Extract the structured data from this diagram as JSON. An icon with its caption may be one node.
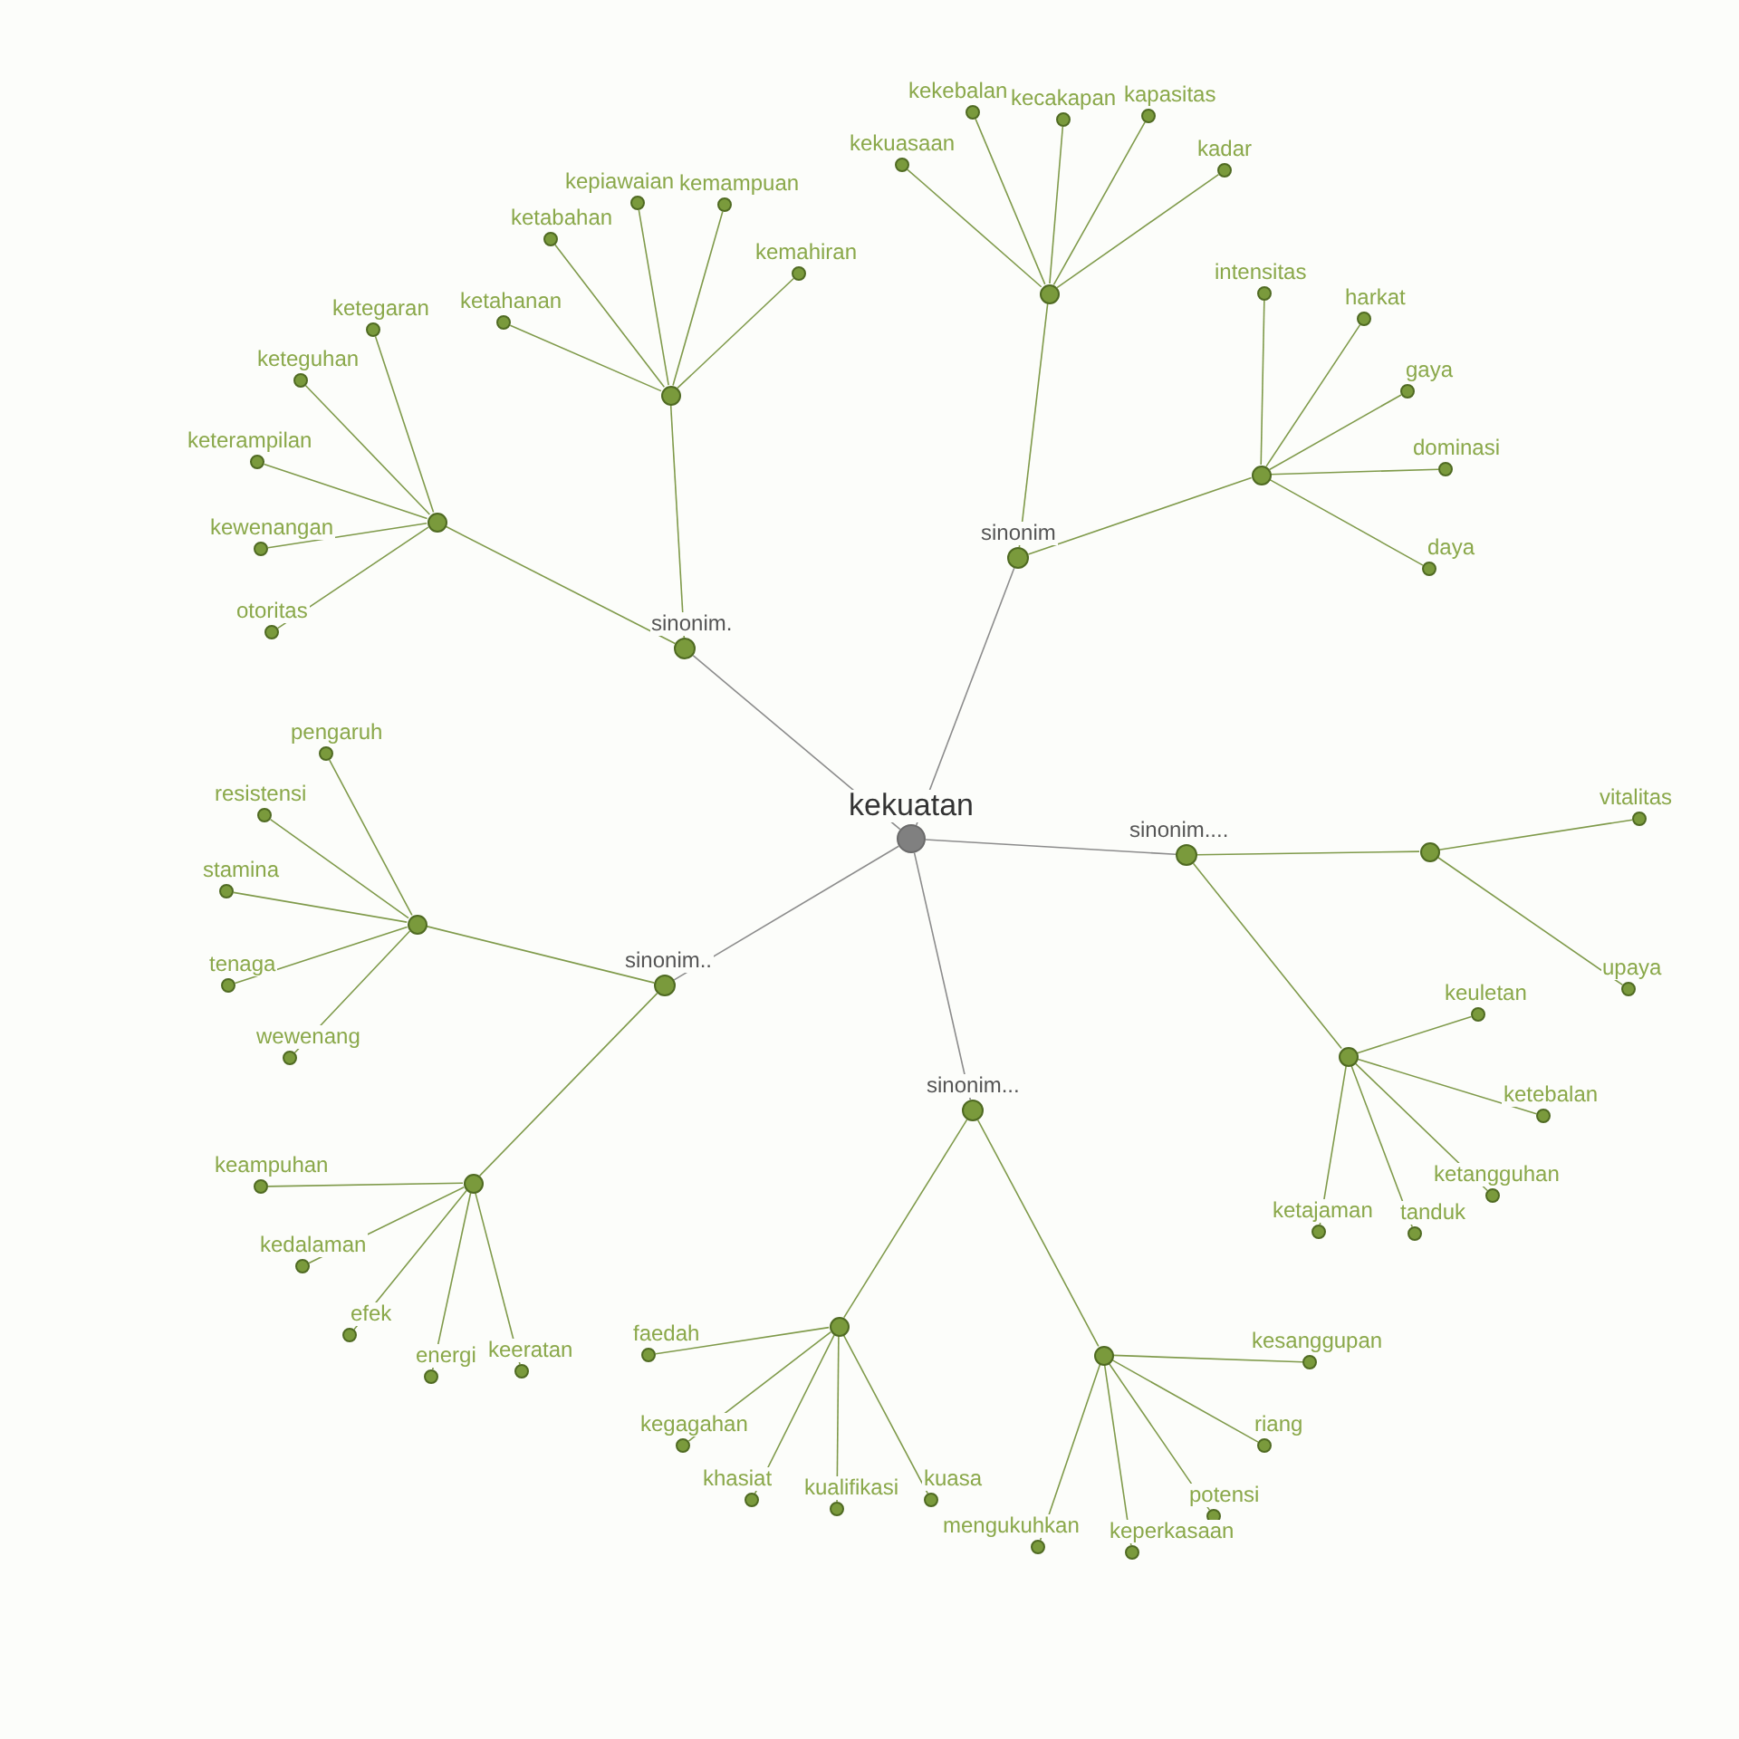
{
  "diagram": {
    "nodes": [
      {
        "text": [
          "kekuatan"
        ]
      },
      {
        "text": [
          "sinonim"
        ]
      },
      {
        "text": [
          "sinonim."
        ]
      },
      {
        "text": [
          "sinonim.."
        ]
      },
      {
        "text": [
          "sinonim..."
        ]
      },
      {
        "text": [
          "sinonim...."
        ]
      },
      {
        "text": [],
        "shape": "circle"
      },
      {
        "text": [],
        "shape": "circle"
      },
      {
        "text": [],
        "shape": "circle"
      },
      {
        "text": [],
        "shape": "circle"
      },
      {
        "text": [],
        "shape": "circle"
      },
      {
        "text": [],
        "shape": "circle"
      },
      {
        "text": [],
        "shape": "circle"
      },
      {
        "text": [],
        "shape": "circle"
      },
      {
        "text": [],
        "shape": "circle"
      },
      {
        "text": [],
        "shape": "circle"
      },
      {
        "text": [
          "kekuasaan"
        ]
      },
      {
        "text": [
          "kekebalan"
        ]
      },
      {
        "text": [
          "kecakapan"
        ]
      },
      {
        "text": [
          "kapasitas"
        ]
      },
      {
        "text": [
          "kadar"
        ]
      },
      {
        "text": [
          "intensitas"
        ]
      },
      {
        "text": [
          "harkat"
        ]
      },
      {
        "text": [
          "gaya"
        ]
      },
      {
        "text": [
          "dominasi"
        ]
      },
      {
        "text": [
          "daya"
        ]
      },
      {
        "text": [
          "ketahanan"
        ]
      },
      {
        "text": [
          "ketabahan"
        ]
      },
      {
        "text": [
          "kepiawaian"
        ]
      },
      {
        "text": [
          "kemampuan"
        ]
      },
      {
        "text": [
          "kemahiran"
        ]
      },
      {
        "text": [
          "ketegaran"
        ]
      },
      {
        "text": [
          "keteguhan"
        ]
      },
      {
        "text": [
          "keterampilan"
        ]
      },
      {
        "text": [
          "kewenangan"
        ]
      },
      {
        "text": [
          "otoritas"
        ]
      },
      {
        "text": [
          "pengaruh"
        ]
      },
      {
        "text": [
          "resistensi"
        ]
      },
      {
        "text": [
          "stamina"
        ]
      },
      {
        "text": [
          "tenaga"
        ]
      },
      {
        "text": [
          "wewenang"
        ]
      },
      {
        "text": [
          "keampuhan"
        ]
      },
      {
        "text": [
          "kedalaman"
        ]
      },
      {
        "text": [
          "efek"
        ]
      },
      {
        "text": [
          "energi"
        ]
      },
      {
        "text": [
          "keeratan"
        ]
      },
      {
        "text": [
          "faedah"
        ]
      },
      {
        "text": [
          "kegagahan"
        ]
      },
      {
        "text": [
          "khasiat"
        ]
      },
      {
        "text": [
          "kualifikasi"
        ]
      },
      {
        "text": [
          "kuasa"
        ]
      },
      {
        "text": [
          "kesanggupan"
        ]
      },
      {
        "text": [
          "riang"
        ]
      },
      {
        "text": [
          "potensi"
        ]
      },
      {
        "text": [
          "mengukuhkan"
        ]
      },
      {
        "text": [
          "keperkasaan"
        ]
      },
      {
        "text": [
          "vitalitas"
        ]
      },
      {
        "text": [
          "upaya"
        ]
      },
      {
        "text": [
          "keuletan"
        ]
      },
      {
        "text": [
          "ketebalan"
        ]
      },
      {
        "text": [
          "ketangguhan"
        ]
      },
      {
        "text": [
          "ketajaman"
        ]
      },
      {
        "text": [
          "tanduk"
        ]
      }
    ],
    "edges": [
      {
        "from": 0,
        "to": 1,
        "arrow": "none",
        "color": "#8c8c8c"
      },
      {
        "from": 1,
        "to": 6,
        "arrow": "none"
      },
      {
        "from": 6,
        "to": 16,
        "arrow": "none"
      },
      {
        "from": 6,
        "to": 17,
        "arrow": "none"
      },
      {
        "from": 6,
        "to": 18,
        "arrow": "none"
      },
      {
        "from": 6,
        "to": 19,
        "arrow": "none"
      },
      {
        "from": 6,
        "to": 20,
        "arrow": "none"
      },
      {
        "from": 1,
        "to": 8,
        "arrow": "none"
      },
      {
        "from": 8,
        "to": 21,
        "arrow": "none"
      },
      {
        "from": 8,
        "to": 22,
        "arrow": "none"
      },
      {
        "from": 8,
        "to": 23,
        "arrow": "none"
      },
      {
        "from": 8,
        "to": 24,
        "arrow": "none"
      },
      {
        "from": 8,
        "to": 25,
        "arrow": "none"
      },
      {
        "from": 0,
        "to": 2,
        "arrow": "none",
        "color": "#8c8c8c"
      },
      {
        "from": 2,
        "to": 7,
        "arrow": "none"
      },
      {
        "from": 7,
        "to": 26,
        "arrow": "none"
      },
      {
        "from": 7,
        "to": 27,
        "arrow": "none"
      },
      {
        "from": 7,
        "to": 28,
        "arrow": "none"
      },
      {
        "from": 7,
        "to": 29,
        "arrow": "none"
      },
      {
        "from": 7,
        "to": 30,
        "arrow": "none"
      },
      {
        "from": 2,
        "to": 9,
        "arrow": "none"
      },
      {
        "from": 9,
        "to": 31,
        "arrow": "none"
      },
      {
        "from": 9,
        "to": 32,
        "arrow": "none"
      },
      {
        "from": 9,
        "to": 33,
        "arrow": "none"
      },
      {
        "from": 9,
        "to": 34,
        "arrow": "none"
      },
      {
        "from": 9,
        "to": 35,
        "arrow": "none"
      },
      {
        "from": 0,
        "to": 3,
        "arrow": "none",
        "color": "#8c8c8c"
      },
      {
        "from": 3,
        "to": 11,
        "arrow": "none"
      },
      {
        "from": 11,
        "to": 36,
        "arrow": "none"
      },
      {
        "from": 11,
        "to": 37,
        "arrow": "none"
      },
      {
        "from": 11,
        "to": 38,
        "arrow": "none"
      },
      {
        "from": 11,
        "to": 39,
        "arrow": "none"
      },
      {
        "from": 11,
        "to": 40,
        "arrow": "none"
      },
      {
        "from": 3,
        "to": 13,
        "arrow": "none"
      },
      {
        "from": 13,
        "to": 41,
        "arrow": "none"
      },
      {
        "from": 13,
        "to": 42,
        "arrow": "none"
      },
      {
        "from": 13,
        "to": 43,
        "arrow": "none"
      },
      {
        "from": 13,
        "to": 44,
        "arrow": "none"
      },
      {
        "from": 13,
        "to": 45,
        "arrow": "none"
      },
      {
        "from": 0,
        "to": 4,
        "arrow": "none",
        "color": "#8c8c8c"
      },
      {
        "from": 4,
        "to": 14,
        "arrow": "none"
      },
      {
        "from": 14,
        "to": 46,
        "arrow": "none"
      },
      {
        "from": 14,
        "to": 47,
        "arrow": "none"
      },
      {
        "from": 14,
        "to": 48,
        "arrow": "none"
      },
      {
        "from": 14,
        "to": 49,
        "arrow": "none"
      },
      {
        "from": 14,
        "to": 50,
        "arrow": "none"
      },
      {
        "from": 4,
        "to": 15,
        "arrow": "none"
      },
      {
        "from": 15,
        "to": 51,
        "arrow": "none"
      },
      {
        "from": 15,
        "to": 52,
        "arrow": "none"
      },
      {
        "from": 15,
        "to": 53,
        "arrow": "none"
      },
      {
        "from": 15,
        "to": 54,
        "arrow": "none"
      },
      {
        "from": 15,
        "to": 55,
        "arrow": "none"
      },
      {
        "from": 0,
        "to": 5,
        "arrow": "none",
        "color": "#8c8c8c"
      },
      {
        "from": 5,
        "to": 10,
        "arrow": "none"
      },
      {
        "from": 10,
        "to": 56,
        "arrow": "none"
      },
      {
        "from": 10,
        "to": 57,
        "arrow": "none"
      },
      {
        "from": 5,
        "to": 12,
        "arrow": "none"
      },
      {
        "from": 12,
        "to": 58,
        "arrow": "none"
      },
      {
        "from": 12,
        "to": 59,
        "arrow": "none"
      },
      {
        "from": 12,
        "to": 60,
        "arrow": "none"
      },
      {
        "from": 12,
        "to": 61,
        "arrow": "none"
      },
      {
        "from": 12,
        "to": 62,
        "arrow": "none"
      }
    ]
  }
}
